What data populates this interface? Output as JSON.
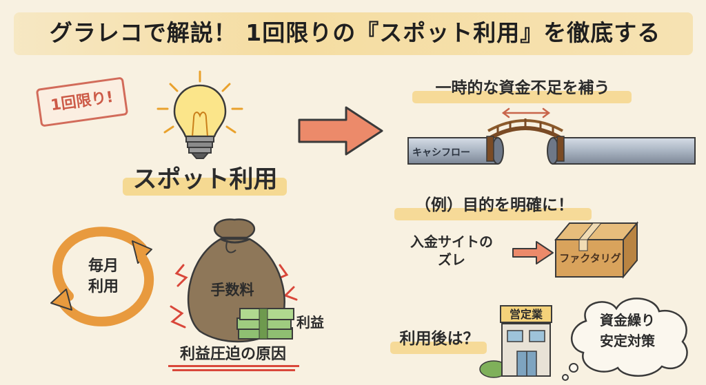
{
  "title": "グラレコで解説！ 1回限りの『スポット利用』を徹底する",
  "stamp": "1回限り!",
  "spot_label": "スポット利用",
  "bridge": {
    "heading": "一時的な資金不足を補う",
    "pipe_label": "キャシフロー"
  },
  "example": {
    "heading": "（例）目的を明確に！",
    "cause": "入金サイトの\nズレ",
    "box_label": "ファクタリグ"
  },
  "cycle": {
    "label": "毎月\n利用"
  },
  "fees": {
    "bag_label": "手数料",
    "money_label": "利益",
    "caption": "利益圧迫の原因"
  },
  "after": {
    "heading": "利用後は？",
    "shop_sign": "営定業",
    "thought": "資金繰り\n安定対策"
  }
}
